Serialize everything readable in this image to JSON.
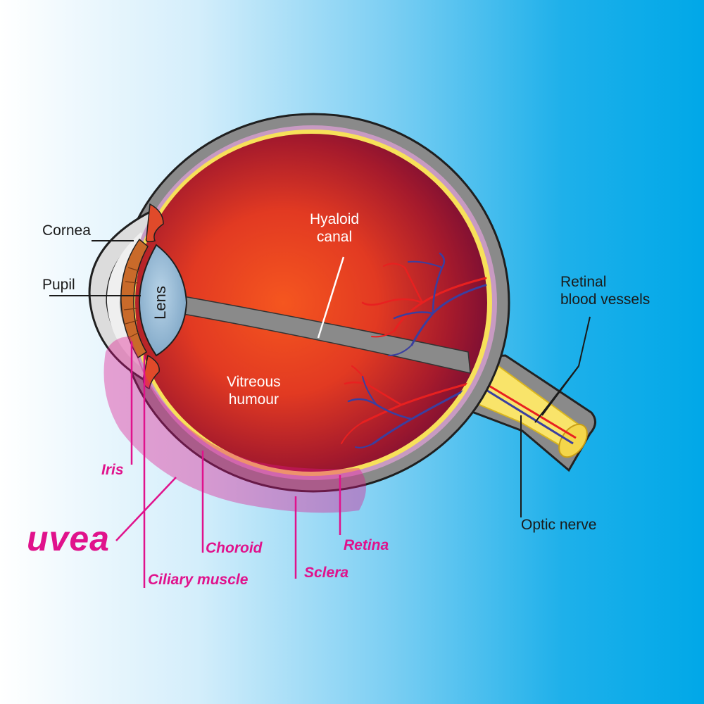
{
  "diagram": {
    "labels": {
      "cornea": "Cornea",
      "pupil": "Pupil",
      "lens": "Lens",
      "hyaloid_line1": "Hyaloid",
      "hyaloid_line2": "canal",
      "vitreous_line1": "Vitreous",
      "vitreous_line2": "humour",
      "retinal_line1": "Retinal",
      "retinal_line2": "blood vessels",
      "optic_nerve": "Optic nerve",
      "iris": "Iris",
      "uvea": "uvea",
      "choroid": "Choroid",
      "ciliary_muscle": "Ciliary muscle",
      "sclera": "Sclera",
      "retina": "Retina"
    },
    "colors": {
      "background_left": "#ffffff",
      "background_right": "#00a8e8",
      "sclera": "#8a8a8a",
      "choroid": "#c89ac2",
      "retina": "#f7e15a",
      "vitreous_center": "#f5501e",
      "vitreous_edge": "#7e0f35",
      "lens": "#8fb6d4",
      "iris": "#c96a2a",
      "uvea_highlight": "#e0128c",
      "artery": "#e82020",
      "vein": "#3a3fa0",
      "label_accent": "#e0128c"
    }
  }
}
